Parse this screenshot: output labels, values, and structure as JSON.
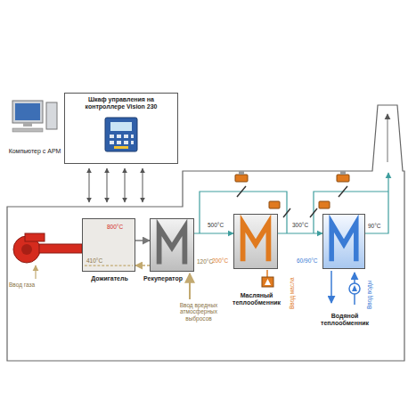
{
  "diagram": {
    "nodes": [
      {
        "text": [
          "Компьютер с АРМ"
        ]
      },
      {
        "text": [
          "Шкаф управления на контроллере Vision 230"
        ]
      },
      {
        "text": [
          "Дожигатель"
        ]
      },
      {
        "text": [
          "Рекуператор"
        ]
      },
      {
        "text": [
          "Масляный теплообменник"
        ]
      },
      {
        "text": [
          "Водяной теплообменник"
        ]
      }
    ],
    "edges": [
      {
        "from": 2,
        "to": 3,
        "arrow": "to"
      },
      {
        "from": 3,
        "to": 4,
        "label": "500°C",
        "arrow": "to"
      },
      {
        "from": 4,
        "to": 5,
        "label": "300°C",
        "arrow": "to"
      },
      {
        "from": 3,
        "to": 2,
        "arrow": "to"
      }
    ],
    "labels": [
      "Ввод газа",
      "800°C",
      "410°C",
      "120°C",
      "Ввод вредных атмосферных выбросов",
      "200°C",
      "Ввод масла",
      "60/90°C",
      "Ввод воды",
      "90°C"
    ]
  }
}
